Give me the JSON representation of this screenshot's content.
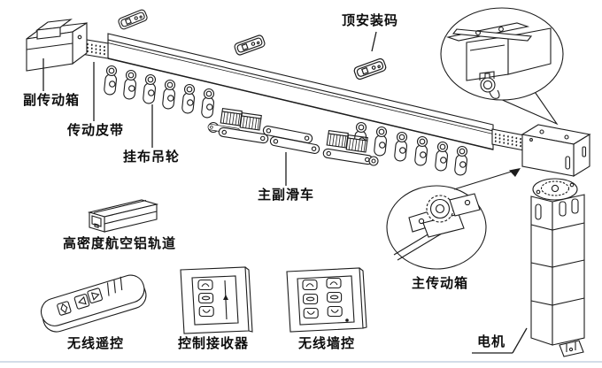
{
  "diagram": {
    "labels": {
      "top_mount": "顶安装码",
      "sub_drive_box": "副传动箱",
      "drive_belt": "传动皮带",
      "hanging_wheel": "挂布吊轮",
      "carrier": "主副滑车",
      "aluminum_track": "高密度航空铝轨道",
      "wireless_remote": "无线遥控",
      "control_receiver": "控制接收器",
      "wireless_wall_control": "无线墙控",
      "main_drive_box": "主传动箱",
      "motor": "电机"
    },
    "colors": {
      "line": "#1c1c1c",
      "background": "#ffffff",
      "bottom_rule": "#d3dde8"
    }
  }
}
